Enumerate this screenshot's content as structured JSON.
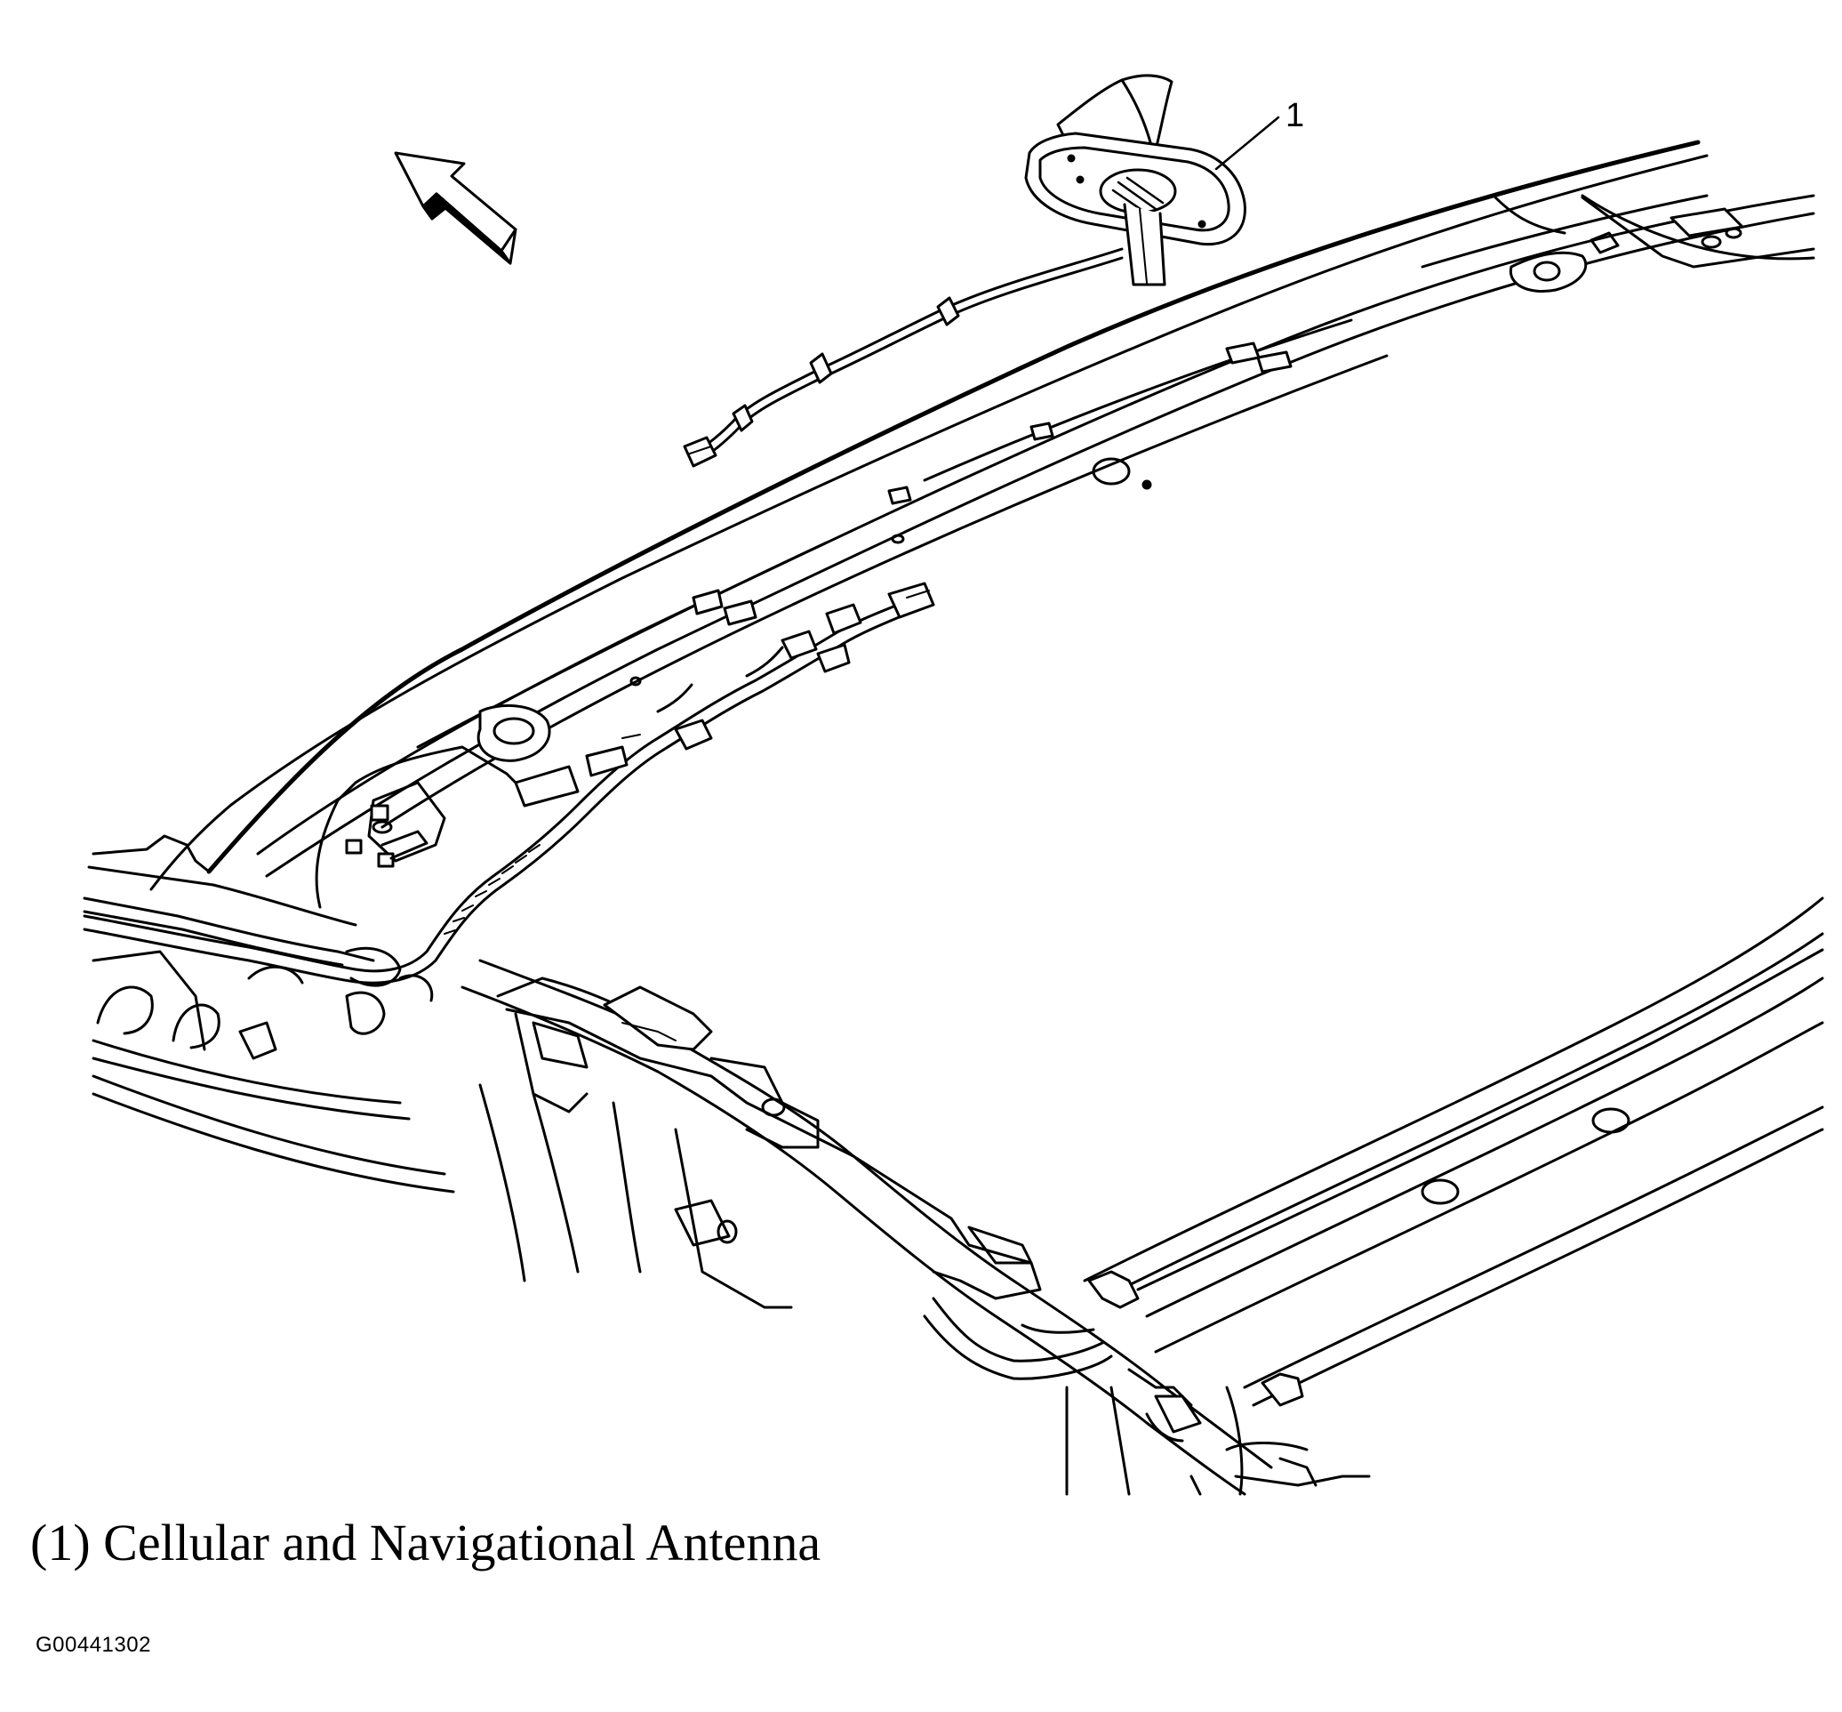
{
  "diagram": {
    "callouts": [
      {
        "number": "1"
      }
    ],
    "icons": {
      "direction_arrow": "front-direction-arrow-icon"
    }
  },
  "caption": {
    "text": "(1) Cellular and Navigational Antenna"
  },
  "figure_id": "G00441302"
}
